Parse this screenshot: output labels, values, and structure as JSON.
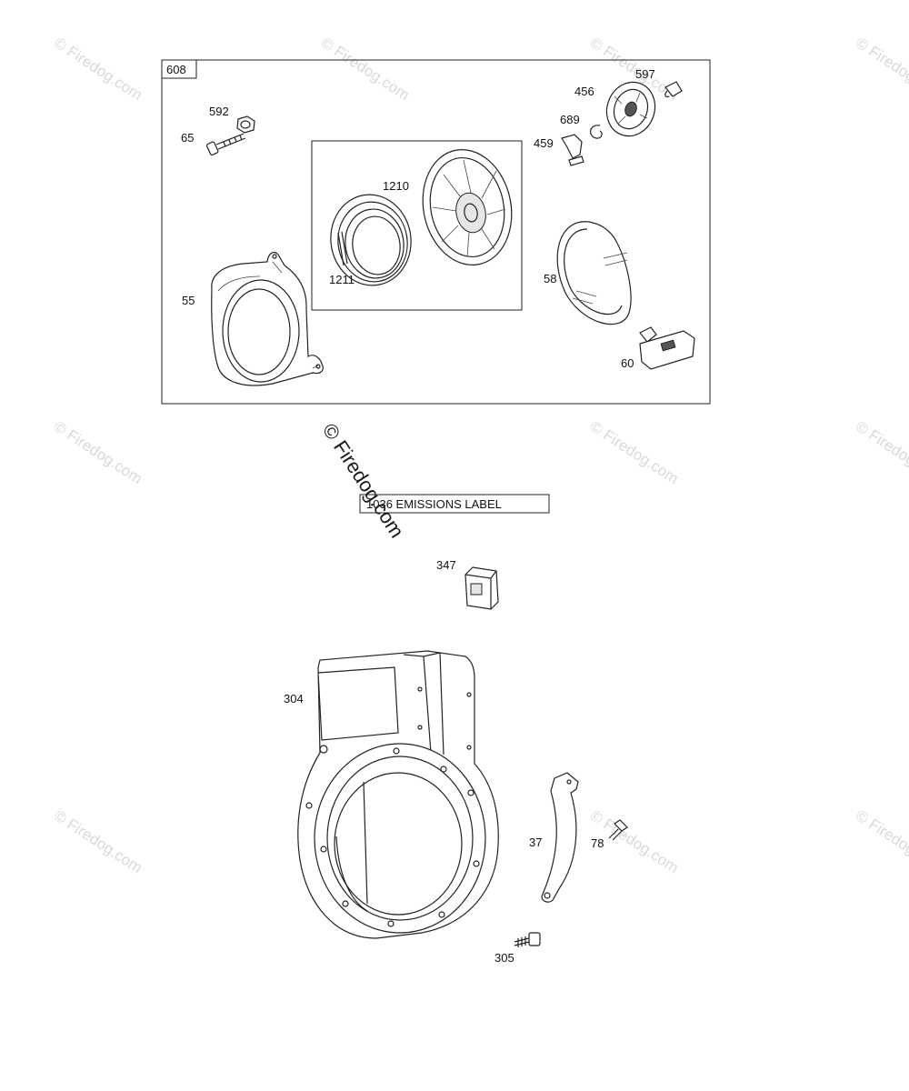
{
  "watermark_text": "© Firedog.com",
  "frame_label": "608",
  "emissions_label": "1036 EMISSIONS LABEL",
  "parts": {
    "p597": "597",
    "p456": "456",
    "p689": "689",
    "p459": "459",
    "p592": "592",
    "p65": "65",
    "p1210": "1210",
    "p1211": "1211",
    "p55": "55",
    "p58": "58",
    "p60": "60",
    "p347": "347",
    "p304": "304",
    "p37": "37",
    "p78": "78",
    "p305": "305"
  }
}
